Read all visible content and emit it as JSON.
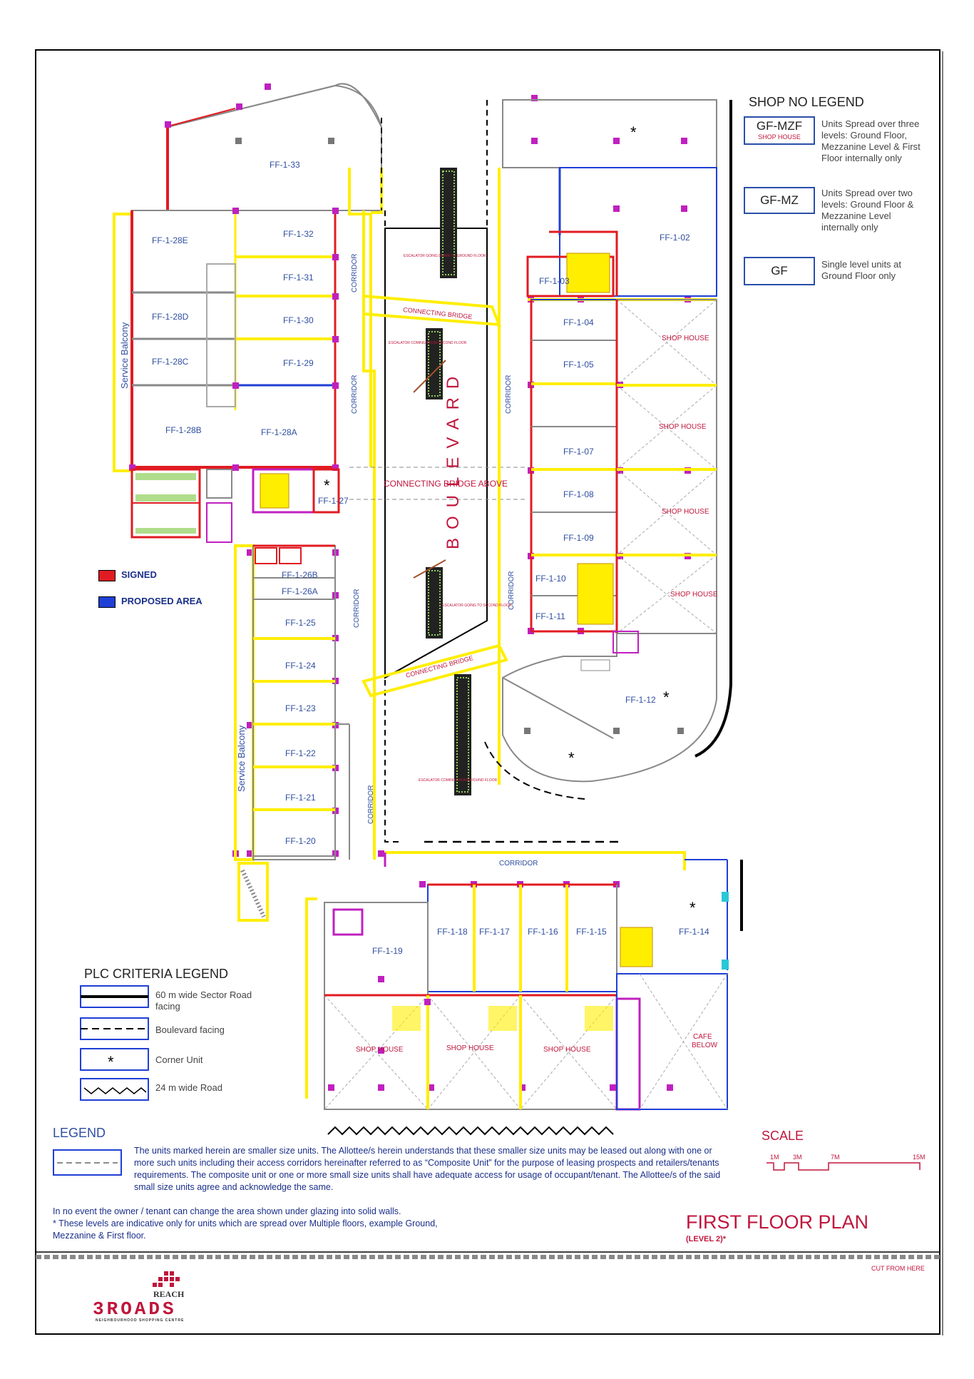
{
  "shop_legend": {
    "title": "SHOP NO LEGEND",
    "items": [
      {
        "code": "GF-MZF",
        "sub": "SHOP HOUSE",
        "desc": "Units Spread over three levels: Ground Floor, Mezzanine Level & First Floor internally only"
      },
      {
        "code": "GF-MZ",
        "sub": "",
        "desc": "Units Spread over two levels: Ground Floor & Mezzanine Level internally only"
      },
      {
        "code": "GF",
        "sub": "",
        "desc": "Single level units at Ground Floor only"
      }
    ]
  },
  "status_legend": {
    "signed": {
      "label": "SIGNED",
      "color": "#e11b22"
    },
    "proposed": {
      "label": "PROPOSED AREA",
      "color": "#1f3fd6"
    }
  },
  "plc_legend": {
    "title": "PLC CRITERIA LEGEND",
    "items": [
      {
        "label": "60 m wide Sector Road facing"
      },
      {
        "label": "Boulevard facing"
      },
      {
        "label": "Corner Unit"
      },
      {
        "label": "24 m wide Road"
      }
    ]
  },
  "legend": {
    "title": "LEGEND",
    "text": "The units marked herein are smaller size units. The Allottee/s herein understands that these smaller size units may be leased out along with one or more such units including their access corridors hereinafter referred to as “Composite Unit” for the purpose of leasing prospects and retailers/tenants requirements. The composite unit or one or more small size units shall have adequate access for usage of occupant/tenant. The Allottee/s of the said small size units agree and acknowledge the same."
  },
  "notes": {
    "line1": "In no event the owner / tenant can change the area shown under glazing into solid walls.",
    "line2": "* These levels are indicative only for units which are spread over Multiple floors, example Ground, Mezzanine & First floor."
  },
  "scale": {
    "title": "SCALE",
    "marks": [
      "1M",
      "3M",
      "7M",
      "15M"
    ]
  },
  "plan_title": {
    "main": "FIRST FLOOR PLAN",
    "sub": "(LEVEL 2)*"
  },
  "cut_label": "CUT FROM HERE",
  "logo": {
    "top": "REACH",
    "main": "3ROADS",
    "tag": "NEIGHBOURHOOD SHOPPING CENTRE"
  },
  "plan_labels": {
    "boulevard": "BOULEVARD",
    "connecting_bridge": "CONNECTING BRIDGE",
    "connecting_bridge_above": "CONNECTING BRIDGE ABOVE",
    "corridor": "CORRIDOR",
    "service_balcony": "Service Balcony",
    "shop_house": "SHOP HOUSE",
    "cafe": "CAFE",
    "cafe_below": "BELOW",
    "esc_up_1": "ESCALATOR GOING DOWN TO GROUND FLOOR",
    "esc_from_2": "ESCALATOR COMING FROM SECOND FLOOR",
    "esc_to_2": "ESCALATOR GOING TO SECOND FLOOR",
    "esc_from_gf": "ESCALATOR COMING FROM GROUND FLOOR"
  },
  "units": [
    "FF-1-33",
    "FF-1-32",
    "FF-1-31",
    "FF-1-30",
    "FF-1-29",
    "FF-1-28E",
    "FF-1-28D",
    "FF-1-28C",
    "FF-1-28B",
    "FF-1-28A",
    "FF-1-27",
    "FF-1-26B",
    "FF-1-26A",
    "FF-1-25",
    "FF-1-24",
    "FF-1-23",
    "FF-1-22",
    "FF-1-21",
    "FF-1-20",
    "FF-1-19",
    "FF-1-18",
    "FF-1-17",
    "FF-1-16",
    "FF-1-15",
    "FF-1-14",
    "FF-1-12",
    "FF-1-11",
    "FF-1-10",
    "FF-1-09",
    "FF-1-08",
    "FF-1-07",
    "FF-1-05",
    "FF-1-04",
    "FF-1-03",
    "FF-1-02"
  ],
  "colors": {
    "wall_red": "#e11b22",
    "wall_blue": "#1f3fd6",
    "yellow": "#ffee00",
    "magenta": "#c020c0",
    "grey": "#888888",
    "text_blue": "#2f4fa0"
  }
}
